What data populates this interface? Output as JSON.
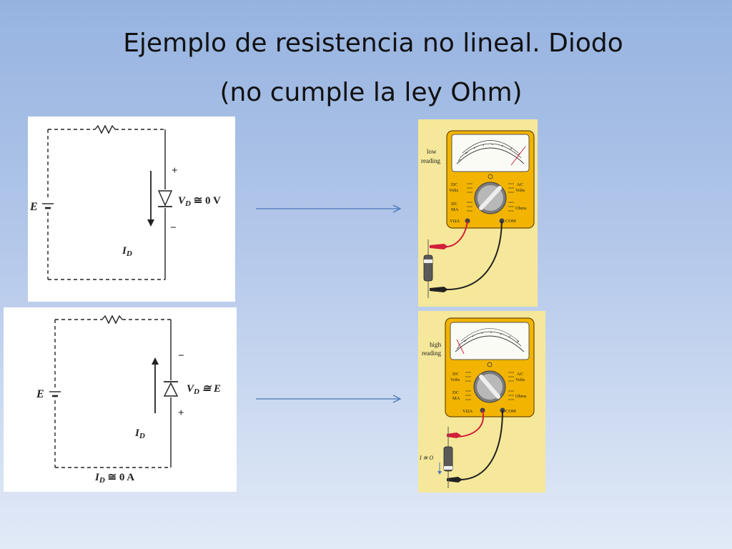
{
  "slide": {
    "title_line1": "Ejemplo de resistencia no lineal. Diodo",
    "title_line2": "(no cumple la ley Ohm)"
  },
  "circuit_forward": {
    "source_label": "E",
    "plus_sign": "+",
    "minus_sign": "−",
    "voltage_sym": "V",
    "voltage_sub": "D",
    "voltage_value": " ≅ 0 V",
    "current_sym": "I",
    "current_sub": "D"
  },
  "circuit_reverse": {
    "source_label": "E",
    "minus_sign": "−",
    "plus_sign": "+",
    "voltage_sym": "V",
    "voltage_sub": "D",
    "voltage_value": " ≅ E",
    "current_sym": "I",
    "current_sub": "D",
    "bottom_sym": "I",
    "bottom_sub": "D",
    "bottom_value": " ≅ 0 A"
  },
  "meter_low": {
    "reading_line1": "low",
    "reading_line2": "reading",
    "dc_volts": [
      "DC",
      "Volts"
    ],
    "dc_ma": [
      "DC",
      "MA"
    ],
    "ac_volts": [
      "AC",
      "Volts"
    ],
    "ohms": "Ohms",
    "vma": "VΩA",
    "com": "COM"
  },
  "meter_high": {
    "reading_line1": "high",
    "reading_line2": "reading",
    "dc_volts": [
      "DC",
      "Volts"
    ],
    "dc_ma": [
      "DC",
      "MA"
    ],
    "ac_volts": [
      "AC",
      "Volts"
    ],
    "ohms": "Ohms",
    "vma": "VΩA",
    "com": "COM",
    "current_label": "I ≅ O"
  },
  "colors": {
    "wire": "#222222",
    "arrow": "#4a78b8",
    "meter_body": "#f2b400",
    "meter_bg": "#f6e89a",
    "lead_red": "#d0203a"
  }
}
